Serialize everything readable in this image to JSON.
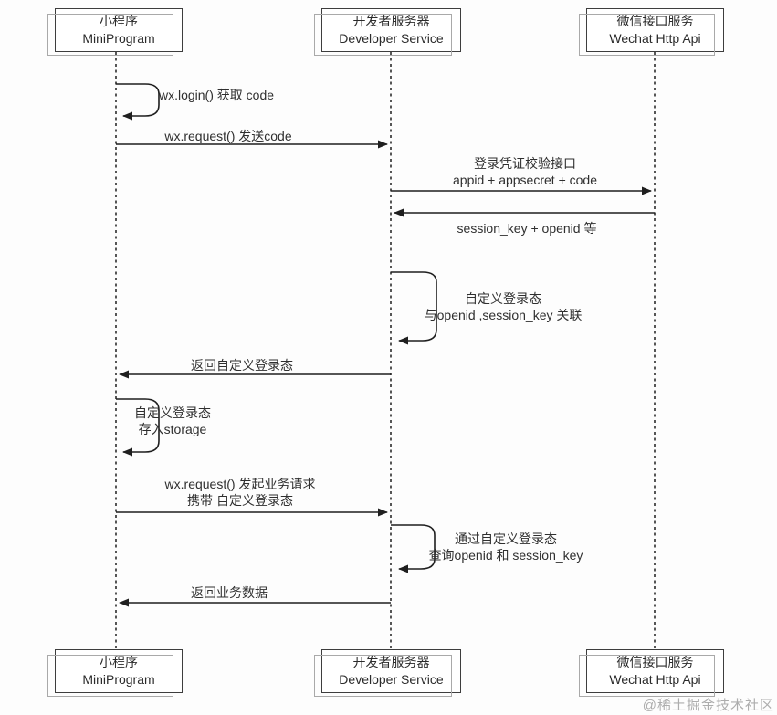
{
  "diagram": {
    "type": "sequence-diagram",
    "participants": [
      {
        "id": "miniprogram",
        "name_zh": "小程序",
        "name_en": "MiniProgram"
      },
      {
        "id": "developer-service",
        "name_zh": "开发者服务器",
        "name_en": "Developer Service"
      },
      {
        "id": "wechat-http-api",
        "name_zh": "微信接口服务",
        "name_en": "Wechat Http Api"
      }
    ],
    "messages": [
      {
        "type": "self",
        "from": "miniprogram",
        "to": "miniprogram",
        "line1": "wx.login() 获取 code"
      },
      {
        "type": "arrow",
        "from": "miniprogram",
        "to": "developer-service",
        "line1": "wx.request() 发送code"
      },
      {
        "type": "arrow",
        "from": "developer-service",
        "to": "wechat-http-api",
        "line1": "登录凭证校验接口",
        "line2": "appid + appsecret + code"
      },
      {
        "type": "arrow",
        "from": "wechat-http-api",
        "to": "developer-service",
        "line1": "session_key + openid 等"
      },
      {
        "type": "self",
        "from": "developer-service",
        "to": "developer-service",
        "line1": "自定义登录态",
        "line2": "与openid ,session_key 关联"
      },
      {
        "type": "arrow",
        "from": "developer-service",
        "to": "miniprogram",
        "line1": "返回自定义登录态"
      },
      {
        "type": "self",
        "from": "miniprogram",
        "to": "miniprogram",
        "line1": "自定义登录态",
        "line2": "存入storage"
      },
      {
        "type": "arrow",
        "from": "miniprogram",
        "to": "developer-service",
        "line1": "wx.request() 发起业务请求",
        "line2": "携带 自定义登录态"
      },
      {
        "type": "self",
        "from": "developer-service",
        "to": "developer-service",
        "line1": "通过自定义登录态",
        "line2": "查询openid 和 session_key"
      },
      {
        "type": "arrow",
        "from": "developer-service",
        "to": "miniprogram",
        "line1": "返回业务数据"
      }
    ],
    "colors": {
      "line": "#1f1f1f",
      "box_border": "#3d3d3d",
      "box_shadow_border": "#a9a9a9",
      "background": "#fdfdfd",
      "watermark": "#a0a0a0"
    },
    "watermark": "@稀土掘金技术社区"
  }
}
